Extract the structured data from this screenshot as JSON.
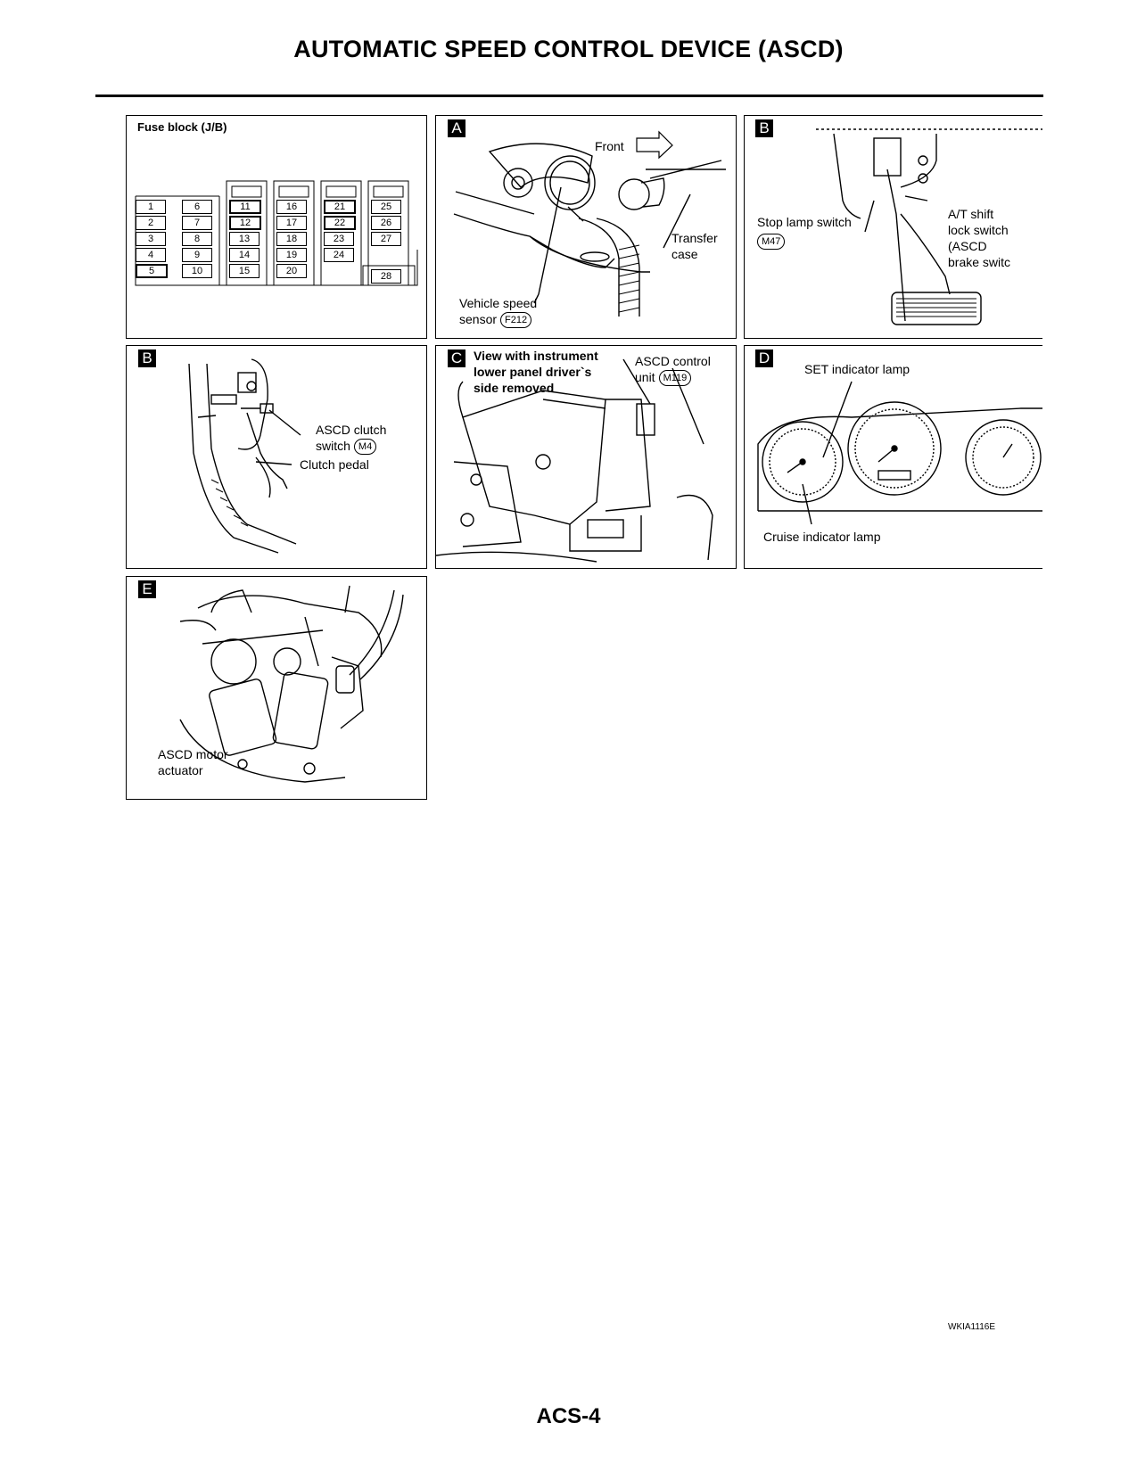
{
  "title": "AUTOMATIC SPEED CONTROL DEVICE (ASCD)",
  "page_number": "ACS-4",
  "figure_code": "WKIA1116E",
  "fuse_block": {
    "title": "Fuse block (J/B)",
    "columns": [
      [
        "1",
        "2",
        "3",
        "4",
        "5"
      ],
      [
        "6",
        "7",
        "8",
        "9",
        "10"
      ],
      [
        "11",
        "12",
        "13",
        "14",
        "15"
      ],
      [
        "16",
        "17",
        "18",
        "19",
        "20"
      ],
      [
        "21",
        "22",
        "23",
        "24"
      ],
      [
        "25",
        "26",
        "27",
        "28"
      ]
    ]
  },
  "panels": {
    "a": {
      "letter": "A",
      "front": "Front",
      "transfer_1": "Transfer",
      "transfer_2": "case",
      "sensor_1": "Vehicle speed",
      "sensor_2": "sensor",
      "sensor_conn": "F212"
    },
    "b_top": {
      "letter": "B",
      "stop_lamp": "Stop lamp switch",
      "stop_conn": "M47",
      "at_1": "A/T shift",
      "at_2": "lock switch",
      "at_3": "(ASCD",
      "at_4": "brake switc"
    },
    "b_clutch": {
      "letter": "B",
      "clutch_1": "ASCD clutch",
      "clutch_2": "switch",
      "clutch_conn": "M4",
      "pedal": "Clutch pedal"
    },
    "c": {
      "letter": "C",
      "view_1": "View with instrument",
      "view_2": "lower panel driver`s",
      "view_3": "side removed",
      "unit_1": "ASCD control",
      "unit_2": "unit",
      "unit_conn": "M119"
    },
    "d": {
      "letter": "D",
      "set_lamp": "SET indicator lamp",
      "cruise_lamp": "Cruise indicator lamp"
    },
    "e": {
      "letter": "E",
      "motor_1": "ASCD motor",
      "motor_2": "actuator"
    }
  }
}
